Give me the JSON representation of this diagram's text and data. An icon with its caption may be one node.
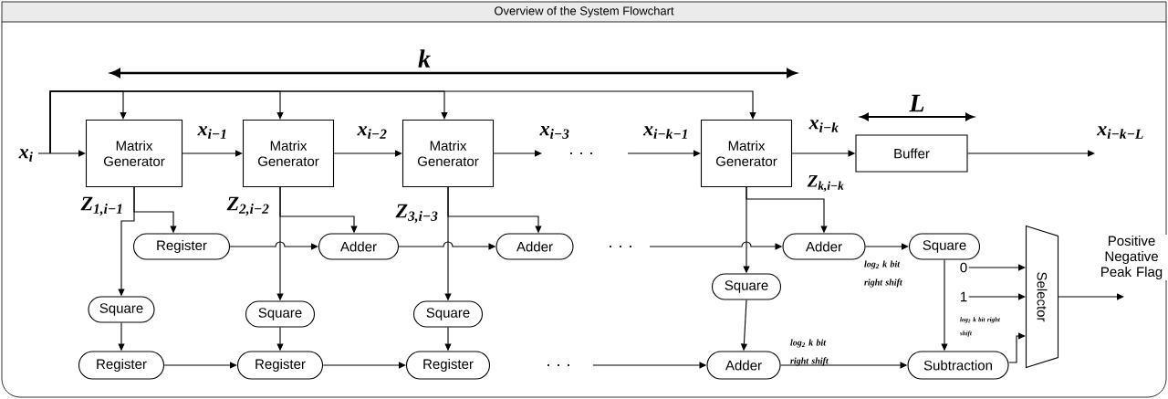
{
  "diagram": {
    "title": "Overview of the System Flowchart",
    "nodes": [
      {
        "text": [
          "Matrix Generator"
        ]
      },
      {
        "text": [
          "Matrix Generator"
        ]
      },
      {
        "text": [
          "Matrix Generator"
        ]
      },
      {
        "text": [
          "Matrix Generator"
        ]
      },
      {
        "text": [
          "Buffer"
        ]
      },
      {
        "text": [
          "Register"
        ]
      },
      {
        "text": [
          "Adder"
        ]
      },
      {
        "text": [
          "Adder"
        ]
      },
      {
        "text": [
          "Adder"
        ]
      },
      {
        "text": [
          "Square"
        ]
      },
      {
        "text": [
          "Square"
        ]
      },
      {
        "text": [
          "Square"
        ]
      },
      {
        "text": [
          "Square"
        ]
      },
      {
        "text": [
          "Square"
        ]
      },
      {
        "text": [
          "Register"
        ]
      },
      {
        "text": [
          "Register"
        ]
      },
      {
        "text": [
          "Register"
        ]
      },
      {
        "text": [
          "Adder"
        ]
      },
      {
        "text": [
          "Subtraction"
        ]
      },
      {
        "text": [
          "Selector"
        ]
      },
      {
        "text": [
          "0"
        ]
      },
      {
        "text": [
          "1"
        ]
      }
    ],
    "edges": [
      {
        "from": null,
        "to": 0,
        "arrow": "to",
        "label": "x$_{i}$"
      },
      {
        "from": null,
        "to": 0,
        "arrow": "to"
      },
      {
        "from": null,
        "to": 1,
        "arrow": "to"
      },
      {
        "from": null,
        "to": 2,
        "arrow": "to"
      },
      {
        "from": null,
        "to": 3,
        "arrow": "to"
      },
      {
        "from": 0,
        "to": 1,
        "arrow": "to",
        "label": "x$_{i−1}$"
      },
      {
        "from": 1,
        "to": 2,
        "arrow": "to",
        "label": "x$_{i−2}$"
      },
      {
        "from": 2,
        "to": null,
        "arrow": "to",
        "label": "x$_{i−3}$"
      },
      {
        "from": null,
        "to": 3,
        "arrow": "to",
        "label": "x$_{i−k−1}$"
      },
      {
        "from": 3,
        "to": 4,
        "arrow": "to",
        "label": "x$_{i−k}$"
      },
      {
        "from": 4,
        "to": null,
        "arrow": "to",
        "label": "x$_{i−k−L}$"
      },
      {
        "from": 0,
        "to": 5,
        "arrow": "to",
        "label": "Z$_{1,i−1}$"
      },
      {
        "from": 0,
        "to": 10,
        "arrow": "to"
      },
      {
        "from": 1,
        "to": 6,
        "arrow": "to",
        "label": "Z$_{2,i−2}$"
      },
      {
        "from": 1,
        "to": 11,
        "arrow": "to"
      },
      {
        "from": 2,
        "to": 7,
        "arrow": "to",
        "label": "Z$_{3,i−3}$"
      },
      {
        "from": 2,
        "to": 12,
        "arrow": "to"
      },
      {
        "from": 3,
        "to": 8,
        "arrow": "to",
        "label": "Z$_{k,i−k}$"
      },
      {
        "from": 3,
        "to": 13,
        "arrow": "to"
      },
      {
        "from": 5,
        "to": 6,
        "arrow": "to"
      },
      {
        "from": 6,
        "to": 7,
        "arrow": "to"
      },
      {
        "from": null,
        "to": 8,
        "arrow": "to"
      },
      {
        "from": 8,
        "to": 9,
        "arrow": "to"
      },
      {
        "from": 9,
        "to": 18,
        "arrow": "to"
      },
      {
        "from": 10,
        "to": 14,
        "arrow": "to"
      },
      {
        "from": 11,
        "to": 15,
        "arrow": "to"
      },
      {
        "from": 12,
        "to": 16,
        "arrow": "to"
      },
      {
        "from": 13,
        "to": 17,
        "arrow": "to"
      },
      {
        "from": 14,
        "to": 15,
        "arrow": "to"
      },
      {
        "from": 15,
        "to": 16,
        "arrow": "to"
      },
      {
        "from": null,
        "to": 17,
        "arrow": "to"
      },
      {
        "from": 17,
        "to": 18,
        "arrow": "to"
      },
      {
        "from": 18,
        "to": 19,
        "arrow": "to"
      },
      {
        "from": 20,
        "to": 19,
        "arrow": "to"
      },
      {
        "from": 21,
        "to": 19,
        "arrow": "to"
      },
      {
        "from": 19,
        "to": null,
        "arrow": "to",
        "label": "Positive Negative Peak Flag"
      }
    ],
    "labels": [
      "k",
      "L",
      "· · ·",
      "· · ·",
      "log$_{2}$ k bit right shift",
      "log$_{2}$ k bit right shift",
      "log$_{2}$ k bit right shift",
      "· · ·"
    ]
  }
}
